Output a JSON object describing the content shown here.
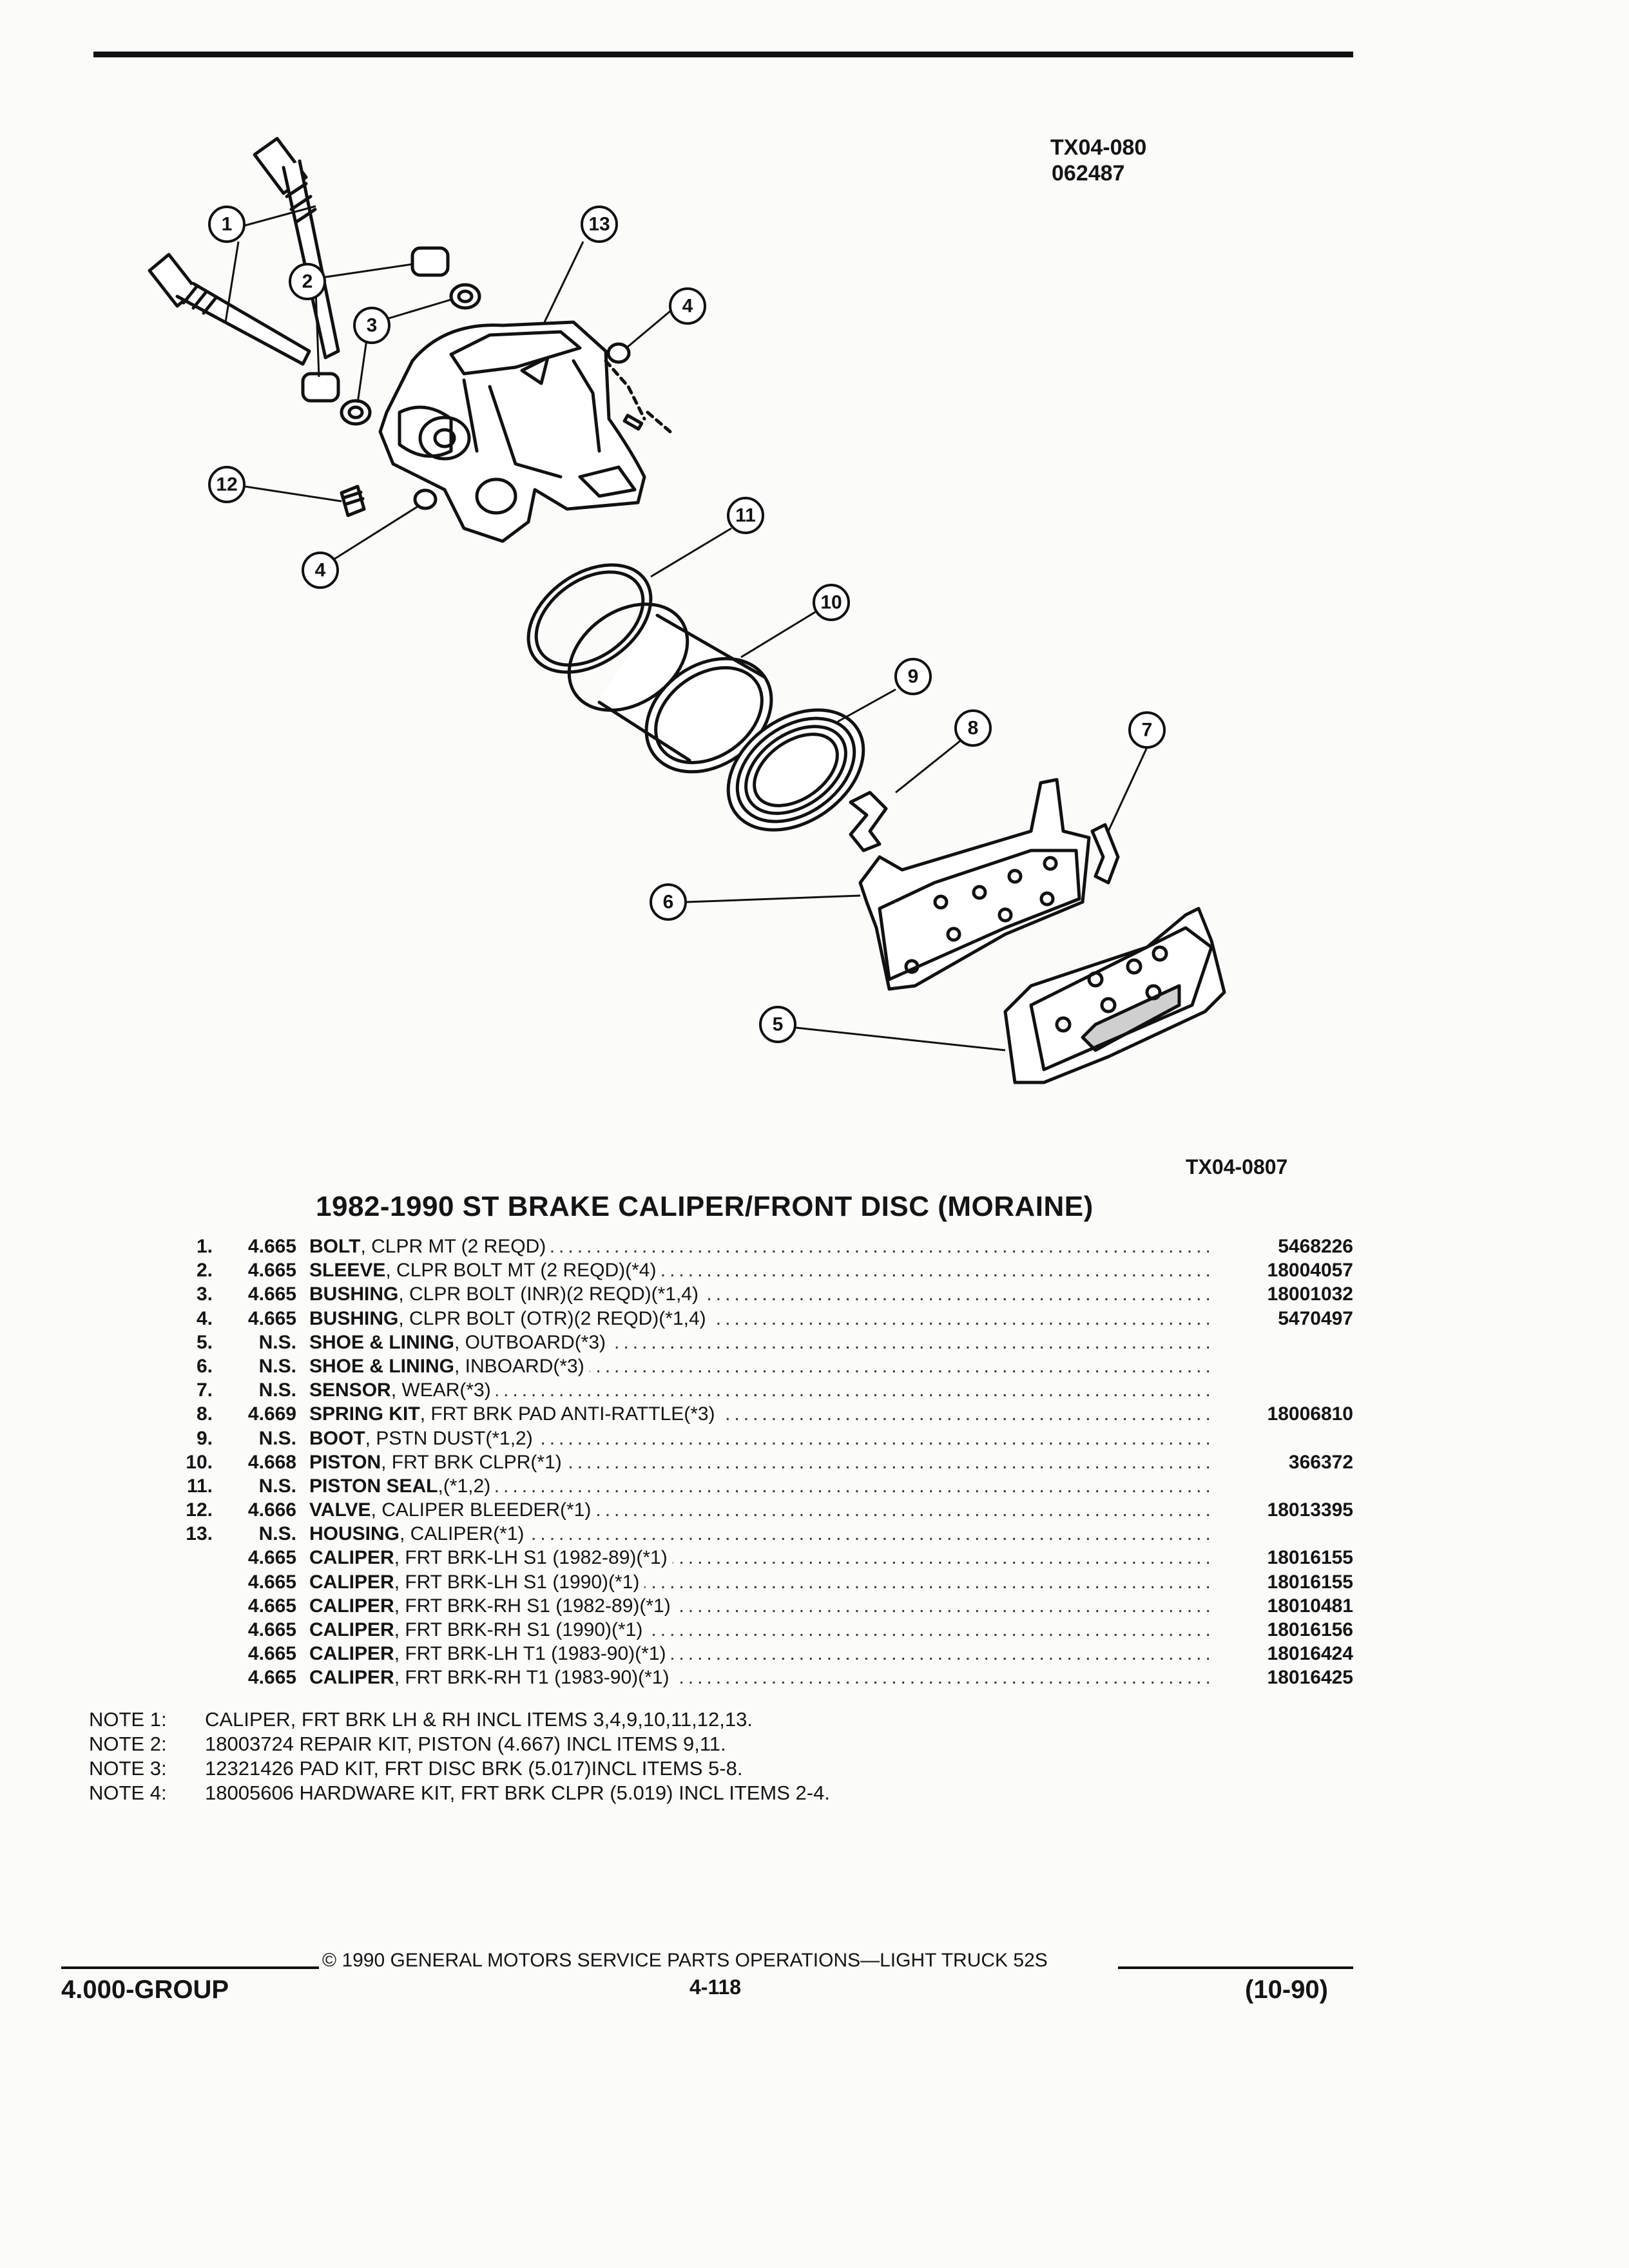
{
  "header": {
    "fig_code_1": "TX04-080",
    "fig_code_2": "062487",
    "fig_code_3": "TX04-0807"
  },
  "diagram": {
    "callouts": [
      "1",
      "2",
      "3",
      "4",
      "4",
      "5",
      "6",
      "7",
      "8",
      "9",
      "10",
      "11",
      "12",
      "13"
    ]
  },
  "title": "1982-1990 ST BRAKE CALIPER/FRONT DISC (MORAINE)",
  "parts": [
    {
      "num": "1.",
      "group": "4.665",
      "name": "BOLT",
      "desc": ", CLPR MT (2 REQD)",
      "pn": "5468226"
    },
    {
      "num": "2.",
      "group": "4.665",
      "name": "SLEEVE",
      "desc": ", CLPR BOLT MT (2 REQD)(*4)",
      "pn": "18004057"
    },
    {
      "num": "3.",
      "group": "4.665",
      "name": "BUSHING",
      "desc": ", CLPR BOLT (INR)(2 REQD)(*1,4)",
      "pn": "18001032"
    },
    {
      "num": "4.",
      "group": "4.665",
      "name": "BUSHING",
      "desc": ", CLPR BOLT (OTR)(2 REQD)(*1,4)",
      "pn": "5470497"
    },
    {
      "num": "5.",
      "group": "N.S.",
      "name": "SHOE & LINING",
      "desc": ", OUTBOARD(*3)",
      "pn": ""
    },
    {
      "num": "6.",
      "group": "N.S.",
      "name": "SHOE & LINING",
      "desc": ", INBOARD(*3)",
      "pn": ""
    },
    {
      "num": "7.",
      "group": "N.S.",
      "name": "SENSOR",
      "desc": ", WEAR(*3)",
      "pn": ""
    },
    {
      "num": "8.",
      "group": "4.669",
      "name": "SPRING KIT",
      "desc": ", FRT BRK PAD ANTI-RATTLE(*3)",
      "pn": "18006810"
    },
    {
      "num": "9.",
      "group": "N.S.",
      "name": "BOOT",
      "desc": ", PSTN DUST(*1,2)",
      "pn": ""
    },
    {
      "num": "10.",
      "group": "4.668",
      "name": "PISTON",
      "desc": ", FRT BRK CLPR(*1)",
      "pn": "366372"
    },
    {
      "num": "11.",
      "group": "N.S.",
      "name": "PISTON SEAL",
      "desc": ",(*1,2)",
      "pn": ""
    },
    {
      "num": "12.",
      "group": "4.666",
      "name": "VALVE",
      "desc": ", CALIPER BLEEDER(*1)",
      "pn": "18013395"
    },
    {
      "num": "13.",
      "group": "N.S.",
      "name": "HOUSING",
      "desc": ", CALIPER(*1)",
      "pn": ""
    },
    {
      "num": "",
      "group": "4.665",
      "name": "CALIPER",
      "desc": ", FRT BRK-LH S1 (1982-89)(*1)",
      "pn": "18016155"
    },
    {
      "num": "",
      "group": "4.665",
      "name": "CALIPER",
      "desc": ", FRT BRK-LH S1 (1990)(*1)",
      "pn": "18016155"
    },
    {
      "num": "",
      "group": "4.665",
      "name": "CALIPER",
      "desc": ", FRT BRK-RH S1 (1982-89)(*1)",
      "pn": "18010481"
    },
    {
      "num": "",
      "group": "4.665",
      "name": "CALIPER",
      "desc": ", FRT BRK-RH S1 (1990)(*1)",
      "pn": "18016156"
    },
    {
      "num": "",
      "group": "4.665",
      "name": "CALIPER",
      "desc": ", FRT BRK-LH T1 (1983-90)(*1)",
      "pn": "18016424"
    },
    {
      "num": "",
      "group": "4.665",
      "name": "CALIPER",
      "desc": ", FRT BRK-RH T1 (1983-90)(*1)",
      "pn": "18016425"
    }
  ],
  "notes": [
    {
      "label": "NOTE 1:",
      "text": "CALIPER, FRT BRK LH & RH INCL ITEMS 3,4,9,10,11,12,13."
    },
    {
      "label": "NOTE 2:",
      "text": "18003724 REPAIR KIT, PISTON (4.667) INCL ITEMS 9,11."
    },
    {
      "label": "NOTE 3:",
      "text": "12321426 PAD KIT, FRT DISC BRK (5.017)INCL ITEMS 5-8."
    },
    {
      "label": "NOTE 4:",
      "text": "18005606 HARDWARE KIT, FRT BRK CLPR (5.019) INCL ITEMS 2-4."
    }
  ],
  "footer": {
    "copyright": "© 1990 GENERAL MOTORS SERVICE PARTS OPERATIONS—LIGHT TRUCK 52S",
    "group": "4.000-GROUP",
    "page": "4-118",
    "date": "(10-90)"
  }
}
